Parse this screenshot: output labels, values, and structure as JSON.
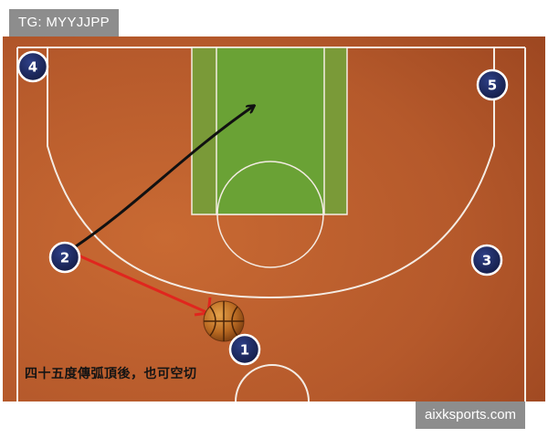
{
  "watermark_top": "TG: MYYJJPP",
  "watermark_bottom": "aixksports.com",
  "caption": "四十五度傳弧頂後，也可空切",
  "players": [
    {
      "id": "p4",
      "label": "4"
    },
    {
      "id": "p5",
      "label": "5"
    },
    {
      "id": "p2",
      "label": "2"
    },
    {
      "id": "p3",
      "label": "3"
    },
    {
      "id": "p1",
      "label": "1"
    }
  ],
  "arrows": [
    {
      "id": "cut",
      "color": "#111111",
      "meaning": "player 2 cuts to basket"
    },
    {
      "id": "pass",
      "color": "#e0261e",
      "meaning": "pass to ball at top of key"
    }
  ],
  "colors": {
    "court": "#b3582b",
    "paint": "#6a9a36",
    "player_fill": "#1e2a60",
    "lines": "#f4ece4"
  }
}
